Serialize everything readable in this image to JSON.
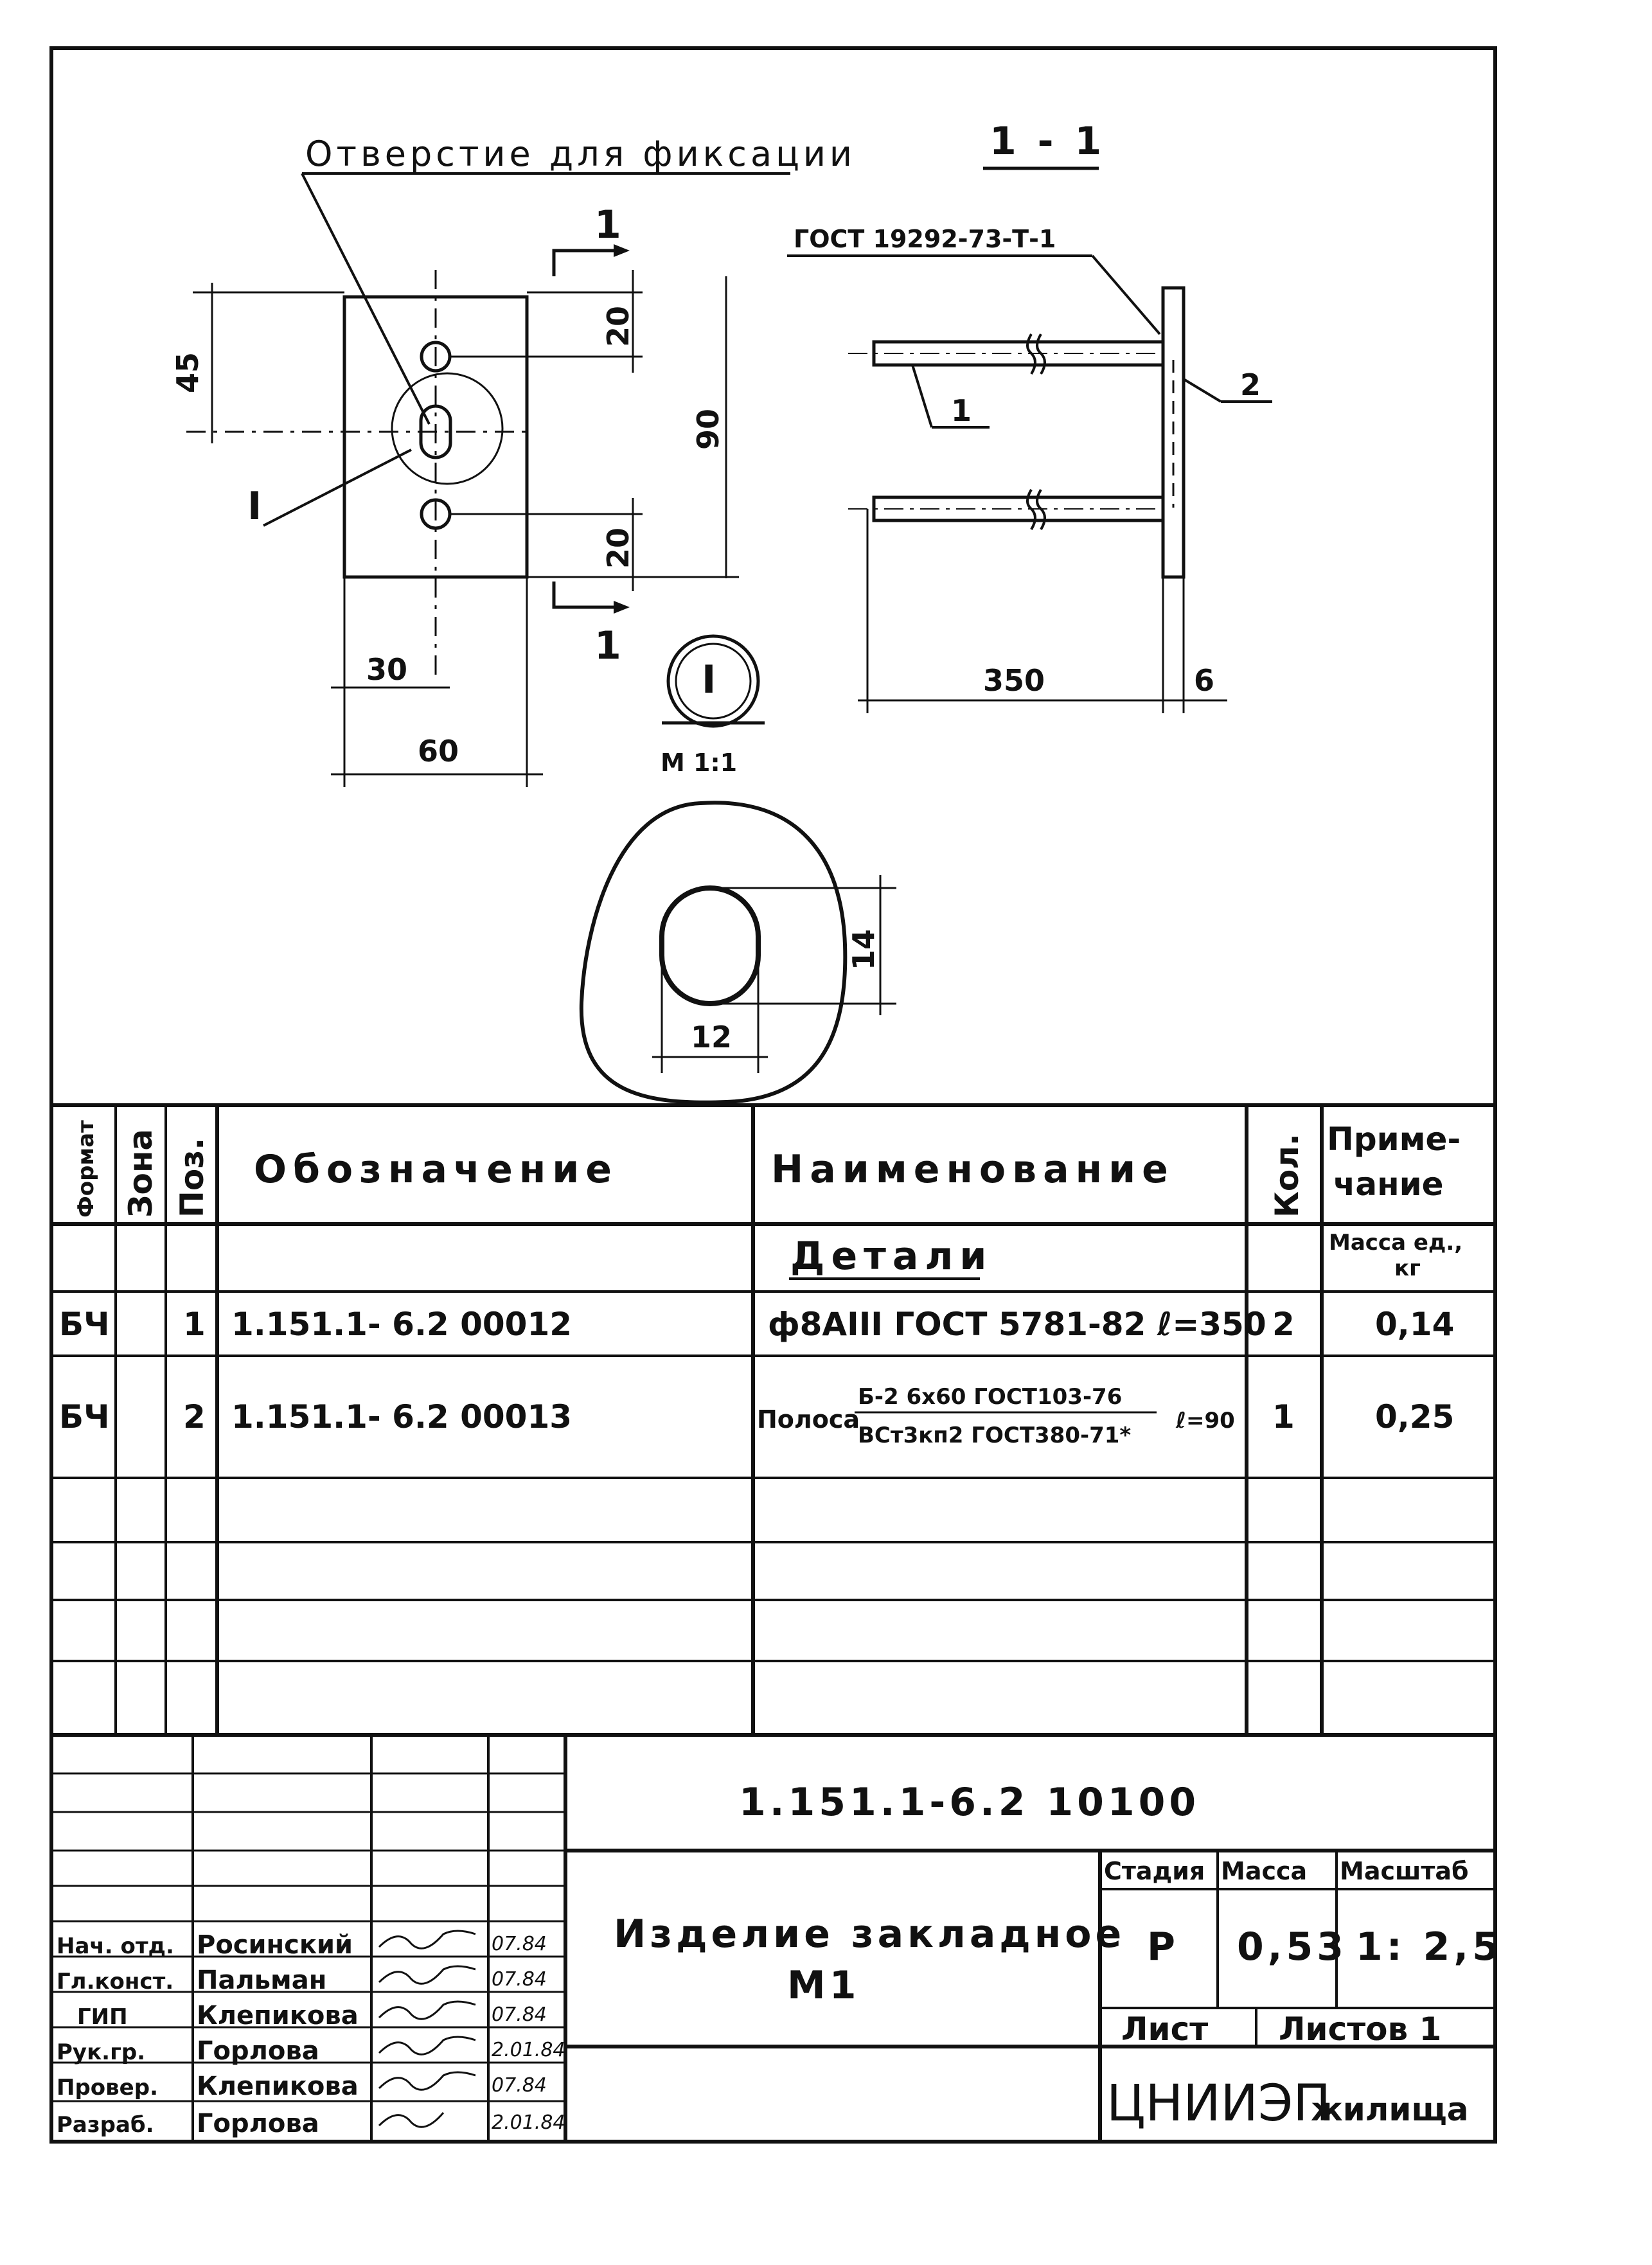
{
  "drawing": {
    "hole_label": "Отверстие для фиксации",
    "section_title": "1 - 1",
    "section_mark_top": "1",
    "section_mark_bottom": "1",
    "detail_ref": "I",
    "detail_ref_circle": "I",
    "detail_scale": "М 1:1",
    "weld_std": "ГОСТ 19292-73-Т-1",
    "pos1": "1",
    "pos2": "2",
    "dims": {
      "d45": "45",
      "d20_top": "20",
      "d90": "90",
      "d20_bot": "20",
      "d30": "30",
      "d60": "60",
      "d350": "350",
      "d6": "6",
      "d14": "14",
      "d12": "12"
    }
  },
  "spec": {
    "headers": {
      "format": "Формат",
      "zone": "Зона",
      "pos": "Поз.",
      "designation": "Обозначение",
      "name": "Наименование",
      "qty": "Кол.",
      "note": "Приме-\nчание",
      "note_line1": "Приме-",
      "note_line2": "чание"
    },
    "section_label": "Детали",
    "mass_label": "Масса ед.,",
    "mass_unit": "кг",
    "rows": [
      {
        "format": "БЧ",
        "pos": "1",
        "designation": "1.151.1- 6.2  00012",
        "name": "ф8АIII ГОСТ 5781-82 ℓ=350",
        "qty": "2",
        "note": "0,14"
      },
      {
        "format": "БЧ",
        "pos": "2",
        "designation": "1.151.1- 6.2  00013",
        "name_prefix": "Полоса",
        "name_top": "Б-2 6х60 ГОСТ103-76",
        "name_bottom": "ВСт3кп2 ГОСТ380-71*",
        "name_suffix": "ℓ=90",
        "qty": "1",
        "note": "0,25"
      }
    ]
  },
  "title_block": {
    "doc_number": "1.151.1-6.2   10100",
    "product_name_1": "Изделие закладное",
    "product_name_2": "М1",
    "stage_label": "Стадия",
    "mass_label": "Масса",
    "scale_label": "Масштаб",
    "stage": "Р",
    "mass": "0,53",
    "scale": "1: 2,5",
    "sheet_label": "Лист",
    "sheets_label": "Листов 1",
    "org": "ЦНИИЭП",
    "org_suffix": "жилища",
    "people": [
      {
        "role": "Нач. отд.",
        "name": "Росинский",
        "date": "07.84"
      },
      {
        "role": "Гл.конст.",
        "name": "Пальман",
        "date": "07.84"
      },
      {
        "role": "ГИП",
        "name": "Клепикова",
        "date": "07.84"
      },
      {
        "role": "Рук.гр.",
        "name": "Горлова",
        "date": "2.01.84"
      },
      {
        "role": "Провер.",
        "name": "Клепикова",
        "date": "07.84"
      },
      {
        "role": "Разраб.",
        "name": "Горлова",
        "date": "2.01.84"
      }
    ]
  }
}
